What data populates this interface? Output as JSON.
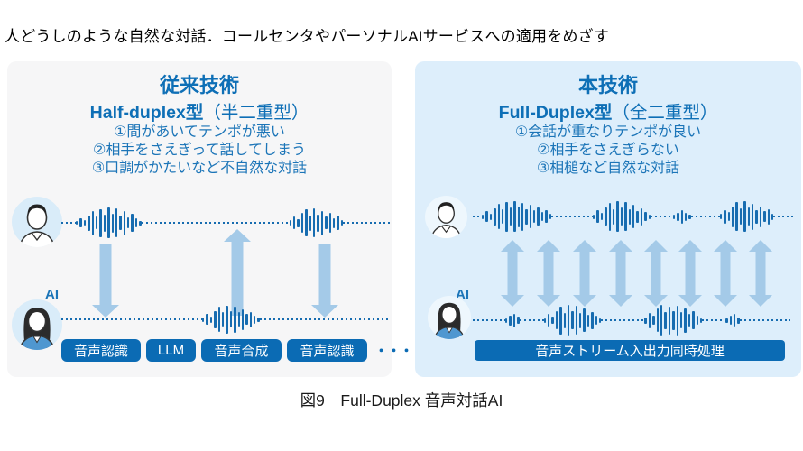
{
  "page": {
    "header": "人どうしのような自然な対話．コールセンタやパーソナルAIサービスへの適用をめざす",
    "caption": "図9　Full-Duplex 音声対話AI"
  },
  "left_panel": {
    "title": "従来技術",
    "subtitle_en": "Half-duplex型",
    "subtitle_jp": "（半二重型）",
    "points": [
      "①間があいてテンポが悪い",
      "②相手をさえぎって話してしまう",
      "③口調がかたいなど不自然な対話"
    ],
    "ai_label": "AI",
    "chips": [
      "音声認識",
      "LLM",
      "音声合成",
      "音声認識"
    ],
    "ellipsis": "・・・"
  },
  "right_panel": {
    "title": "本技術",
    "subtitle_en": "Full-Duplex型",
    "subtitle_jp": "（全二重型）",
    "points": [
      "①会話が重なりテンポが良い",
      "②相手をさえぎらない",
      "③相槌など自然な対話"
    ],
    "ai_label": "AI",
    "process_bar": "音声ストリーム入出力同時処理"
  },
  "colors": {
    "accent_blue": "#0b6bb4",
    "text_blue": "#1c75b8",
    "arrow_blue": "#a4cae8",
    "wave_blue": "#176cb0",
    "panel_gray": "#f6f6f7",
    "panel_blue": "#ddeefb"
  }
}
